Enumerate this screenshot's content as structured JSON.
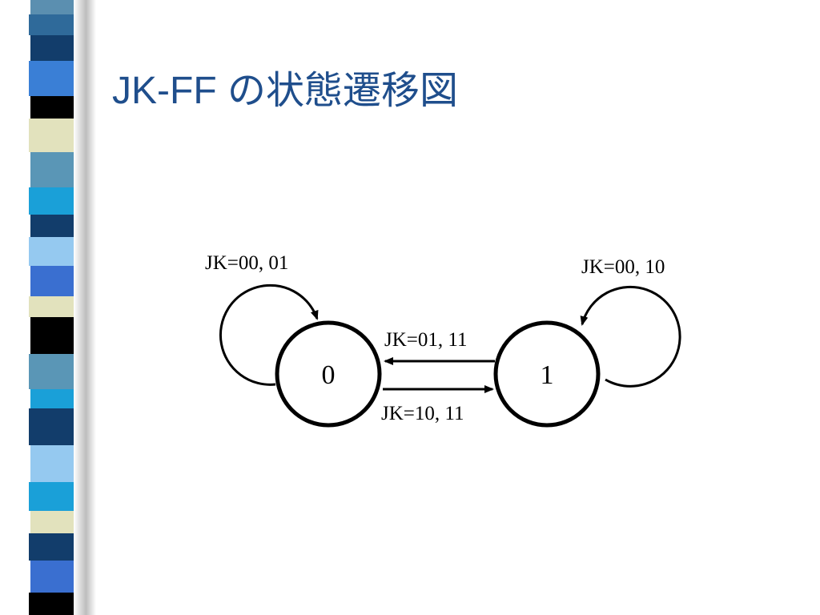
{
  "slide": {
    "title": "JK-FF の状態遷移図"
  },
  "diagram": {
    "states": [
      {
        "id": "s0",
        "label": "0"
      },
      {
        "id": "s1",
        "label": "1"
      }
    ],
    "transitions": [
      {
        "from": "0",
        "to": "0",
        "label": "JK=00, 01"
      },
      {
        "from": "1",
        "to": "1",
        "label": "JK=00, 10"
      },
      {
        "from": "1",
        "to": "0",
        "label": "JK=01, 11"
      },
      {
        "from": "0",
        "to": "1",
        "label": "JK=10, 11"
      }
    ]
  },
  "colors": {
    "title": "#1f4e8c",
    "stroke": "#000000"
  }
}
